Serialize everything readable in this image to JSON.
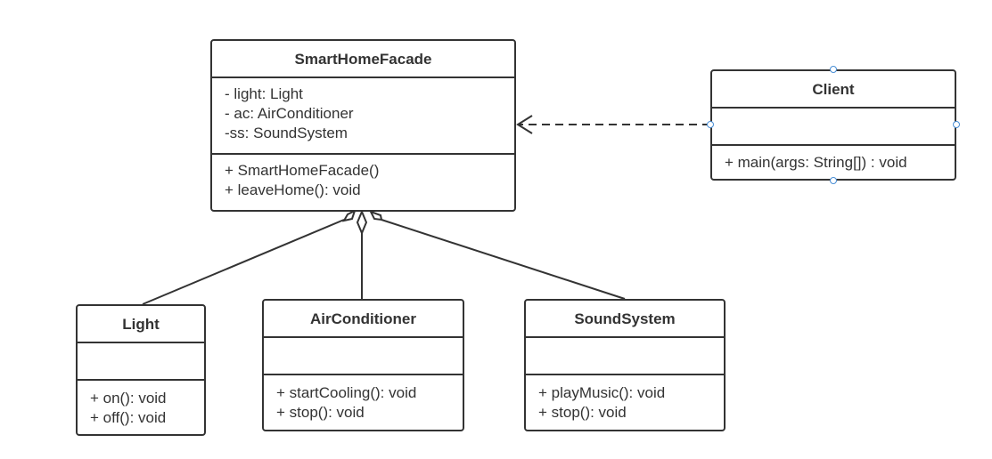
{
  "colors": {
    "stroke": "#333333",
    "handle": "#4a8fd6",
    "background": "#ffffff"
  },
  "classes": {
    "facade": {
      "name": "SmartHomeFacade",
      "attributes": [
        "- light: Light",
        "- ac: AirConditioner",
        "-ss: SoundSystem"
      ],
      "methods": [
        "+ SmartHomeFacade()",
        "+ leaveHome(): void"
      ]
    },
    "client": {
      "name": "Client",
      "attributes": [],
      "methods": [
        "+ main(args: String[]) : void"
      ]
    },
    "light": {
      "name": "Light",
      "attributes": [],
      "methods": [
        "+ on(): void",
        "+ off(): void"
      ]
    },
    "ac": {
      "name": "AirConditioner",
      "attributes": [],
      "methods": [
        "+ startCooling(): void",
        "+ stop(): void"
      ]
    },
    "sound": {
      "name": "SoundSystem",
      "attributes": [],
      "methods": [
        "+ playMusic(): void",
        "+ stop(): void"
      ]
    }
  },
  "relations": [
    {
      "type": "dependency",
      "from": "Client",
      "to": "SmartHomeFacade"
    },
    {
      "type": "aggregation",
      "from": "Light",
      "to": "SmartHomeFacade"
    },
    {
      "type": "aggregation",
      "from": "AirConditioner",
      "to": "SmartHomeFacade"
    },
    {
      "type": "aggregation",
      "from": "SoundSystem",
      "to": "SmartHomeFacade"
    }
  ]
}
